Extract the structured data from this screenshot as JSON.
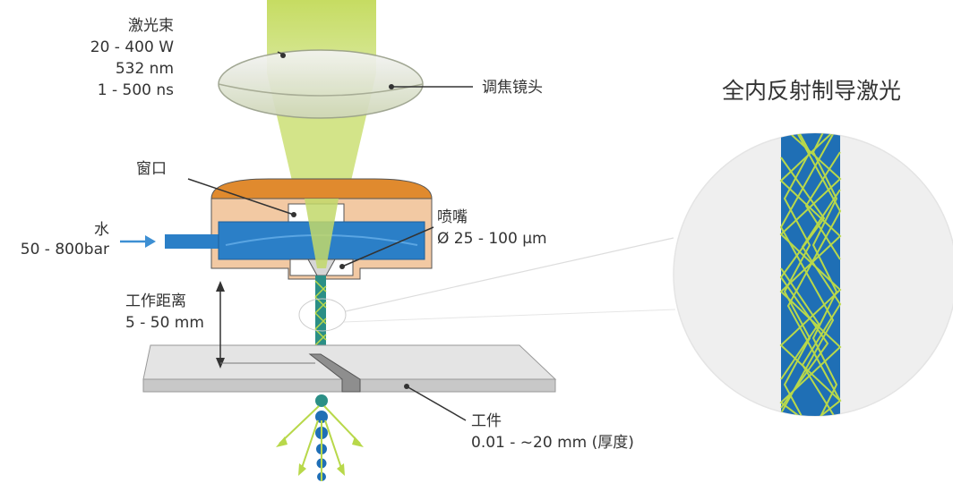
{
  "labels": {
    "laser_title": "激光束",
    "laser_power": "20 - 400 W",
    "laser_wavelength": "532 nm",
    "laser_pulse": "1 - 500 ns",
    "focus_lens": "调焦镜头",
    "window": "窗口",
    "water": "水",
    "water_pressure": "50 - 800bar",
    "nozzle": "喷嘴",
    "nozzle_size": "Ø 25 - 100 µm",
    "work_distance": "工作距离",
    "work_distance_value": "5 - 50 mm",
    "workpiece": "工件",
    "workpiece_thickness": "0.01 - ~20 mm (厚度)",
    "zoom_title": "全内反射制导激光"
  },
  "colors": {
    "laser_green": "#c9dc6a",
    "laser_green_dark": "#a9c447",
    "orange_cap": "#e08a2e",
    "housing_tan": "#f2c9a3",
    "water_blue": "#2b7fc7",
    "fiber_blue": "#1f6fb5",
    "fiber_green": "#b8d84a",
    "arrow_blue": "#3d8fd3",
    "gray_plate": "#d9d9d9",
    "circle_fill": "#f0f0f0"
  }
}
